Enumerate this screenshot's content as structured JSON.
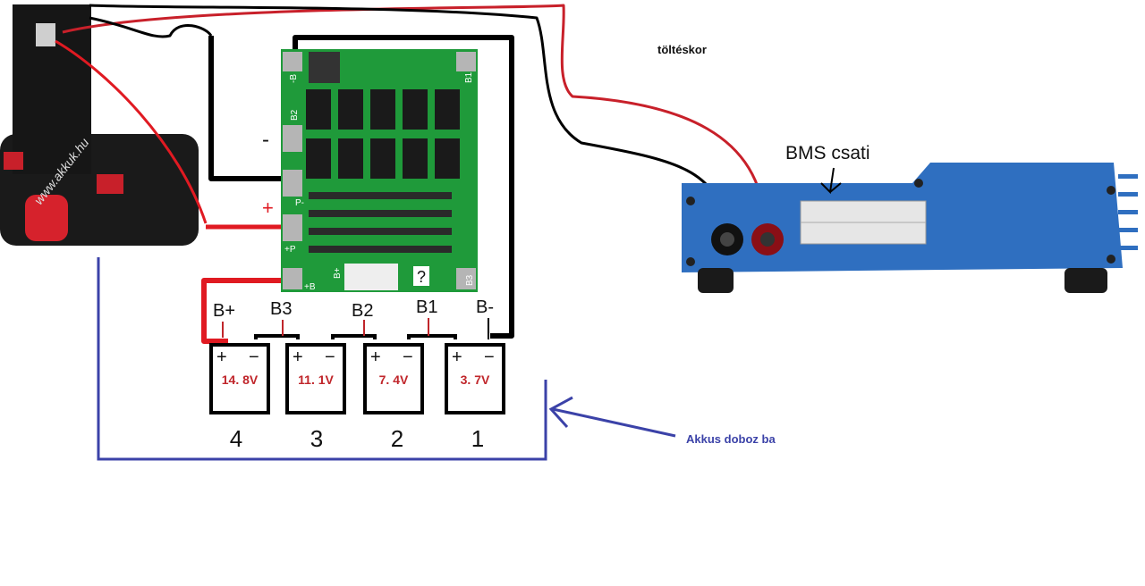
{
  "annotations": {
    "charging_note": "töltéskor",
    "bms_connector": "BMS csati",
    "into_box": "Akkus doboz ba",
    "minus_sign": "-",
    "plus_sign": "+",
    "watermark": "www.akkuk.hu"
  },
  "bms_board": {
    "pads": [
      "-B",
      "B1",
      "B2",
      "P-",
      "+P",
      "+B",
      "B3"
    ],
    "connector_label": "B+",
    "unknown_mark": "?"
  },
  "cells": [
    {
      "number": "4",
      "voltage": "14. 8V"
    },
    {
      "number": "3",
      "voltage": "11. 1V"
    },
    {
      "number": "2",
      "voltage": "7. 4V"
    },
    {
      "number": "1",
      "voltage": "3. 7V"
    }
  ],
  "cell_terminal_signs": {
    "plus": "+",
    "minus": "−"
  },
  "taps": [
    "B+",
    "B3",
    "B2",
    "B1",
    "B-"
  ],
  "colors": {
    "wire_red": "#e01a22",
    "wire_black": "#000000",
    "box_outline": "#3b42a8",
    "pcb_green": "#1f9a3a",
    "charger_blue": "#2f6fc0",
    "voltage_text": "#c0262b"
  }
}
